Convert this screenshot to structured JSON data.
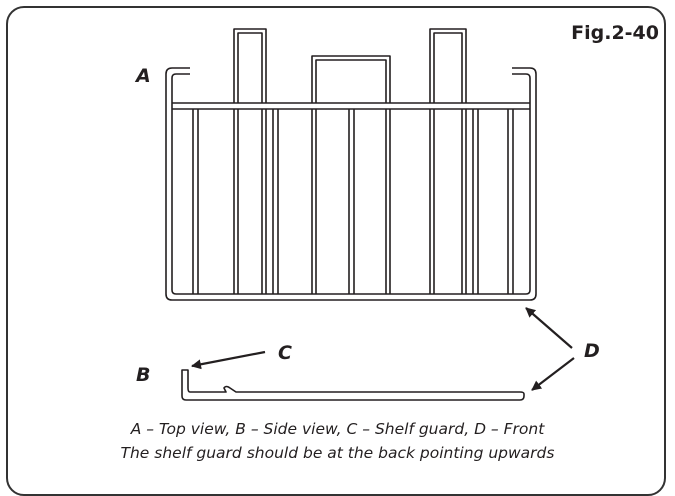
{
  "figure": {
    "label": "Fig.2-40"
  },
  "callouts": {
    "a": "A",
    "b": "B",
    "c": "C",
    "d": "D"
  },
  "caption": {
    "line1": "A – Top view,  B – Side view,  C – Shelf guard,  D – Front",
    "line2": "The shelf guard should be at the back pointing upwards"
  },
  "colors": {
    "line": "#231f20",
    "frame": "#333333"
  }
}
